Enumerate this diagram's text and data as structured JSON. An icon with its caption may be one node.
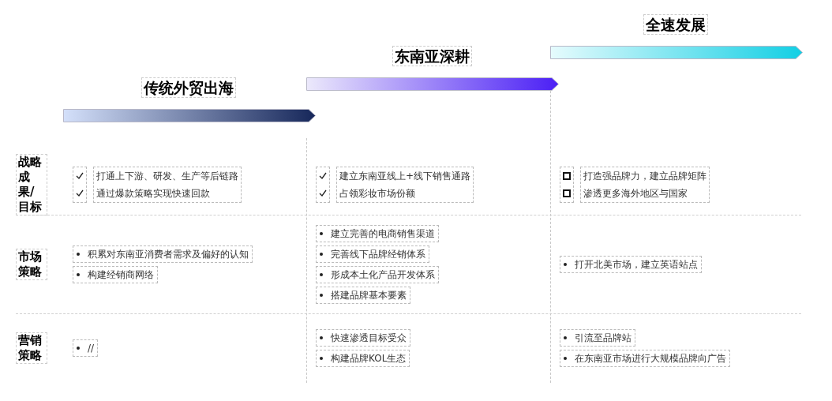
{
  "diagram": {
    "nodes": [
      {
        "text": [
          "传统外贸出海"
        ]
      },
      {
        "text": [
          "东南亚深耕"
        ]
      },
      {
        "text": [
          "全速发展"
        ]
      }
    ],
    "edges": [],
    "labels": [
      "战略成果/目标",
      "打通上下游、研发、生产等后链路",
      "通过爆款策略实现快速回款",
      "建立东南亚线上+线下销售通路",
      "占领彩妆市场份额",
      "打造强品牌力，建立品牌矩阵",
      "渗透更多海外地区与国家",
      "市场策略",
      "积累对东南亚消费者需求及偏好的认知",
      "构建经销商网络",
      "建立完善的电商销售渠道",
      "完善线下品牌经销体系",
      "形成本土化产品开发体系",
      "搭建品牌基本要素",
      "打开北美市场，建立英语站点",
      "营销策略",
      "//",
      "快速渗透目标受众",
      "构建品牌KOL生态",
      "引流至品牌站",
      "在东南亚市场进行大规模品牌向广告"
    ]
  }
}
